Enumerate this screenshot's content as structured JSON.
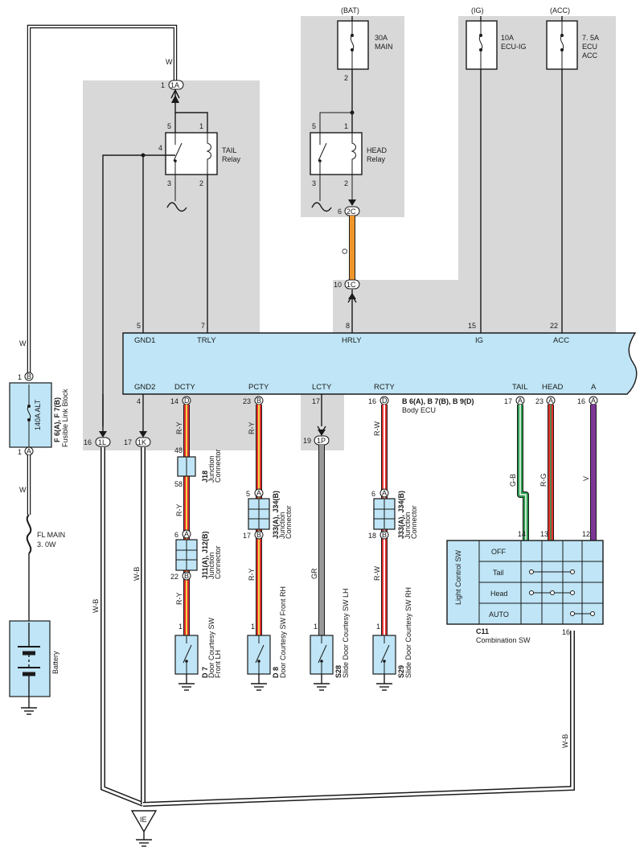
{
  "sources": {
    "bat": "(BAT)",
    "ig": "(IG)",
    "acc": "(ACC)"
  },
  "fuses": {
    "main": {
      "amps": "30A",
      "name": "MAIN"
    },
    "ecu_ig": {
      "amps": "10A",
      "name": "ECU-IG"
    },
    "ecu_acc": {
      "amps": "7. 5A",
      "name1": "ECU",
      "name2": "ACC"
    },
    "fl_main": {
      "name": "FL MAIN",
      "value": "3. 0W"
    }
  },
  "relays": {
    "tail": {
      "name1": "TAIL",
      "name2": "Relay",
      "pins": [
        "5",
        "1",
        "4",
        "3",
        "2"
      ]
    },
    "head": {
      "name1": "HEAD",
      "name2": "Relay",
      "pins": [
        "5",
        "1",
        "3",
        "2"
      ]
    }
  },
  "connectors": {
    "c1a": {
      "pin": "1",
      "id": "1A"
    },
    "c2c": {
      "pin": "6",
      "id": "2C"
    },
    "c1c": {
      "pin": "10",
      "id": "1C"
    },
    "c1l": {
      "pin": "16",
      "id": "1L"
    },
    "c1k": {
      "pin": "17",
      "id": "1K"
    },
    "c1p": {
      "pin": "19",
      "id": "1P"
    }
  },
  "body_ecu": {
    "top_pins": [
      {
        "num": "5",
        "name": "GND1"
      },
      {
        "num": "7",
        "name": "TRLY"
      },
      {
        "num": "8",
        "name": "HRLY"
      },
      {
        "num": "15",
        "name": "IG"
      },
      {
        "num": "22",
        "name": "ACC"
      }
    ],
    "bottom_pins": [
      {
        "num": "4",
        "name": "GND2",
        "conn": ""
      },
      {
        "num": "14",
        "name": "DCTY",
        "conn": "D"
      },
      {
        "num": "23",
        "name": "PCTY",
        "conn": "B"
      },
      {
        "num": "17",
        "name": "LCTY",
        "conn": ""
      },
      {
        "num": "16",
        "name": "RCTY",
        "conn": "D"
      },
      {
        "num": "17",
        "name": "TAIL",
        "conn": "A"
      },
      {
        "num": "23",
        "name": "HEAD",
        "conn": "A"
      },
      {
        "num": "16",
        "name": "A",
        "conn": "A"
      }
    ],
    "code": "B 6(A), B 7(B), B 9(D)",
    "name": "Body ECU"
  },
  "fusible_link": {
    "top_pin": "1",
    "top_conn": "B",
    "bot_pin": "1",
    "bot_conn": "A",
    "rating": "140A ALT",
    "code": "F 6(A), F 7(B)",
    "name": "Fusible Link Block"
  },
  "battery": {
    "name": "Battery"
  },
  "wires": {
    "w": "W",
    "o": "O",
    "ry": "R-Y",
    "rw": "R-W",
    "gr": "GR",
    "gb": "G-B",
    "rg": "R-G",
    "v": "V",
    "wb": "W-B"
  },
  "wire_colors": {
    "orange": "#f0962a",
    "red": "#e53030",
    "yellow": "#f2d64b",
    "gray": "#9a9a9a",
    "green": "#2e9a4e",
    "purple": "#7d3596",
    "ecu_fill": "#bfe5f6",
    "zone": "#d8d8d8"
  },
  "junctions": {
    "j18": {
      "pin_top": "48",
      "pin_bot": "58",
      "code": "J18",
      "name1": "Junction",
      "name2": "Connector"
    },
    "j11": {
      "pin_top": "6",
      "conn_top": "A",
      "pin_bot": "22",
      "conn_bot": "B",
      "code": "J11(A), J12(B)",
      "name1": "Junction",
      "name2": "Connector"
    },
    "j33_p": {
      "pin_top": "5",
      "conn_top": "A",
      "pin_bot": "17",
      "conn_bot": "B",
      "code": "J33(A), J34(B)",
      "name1": "Junction",
      "name2": "Connector"
    },
    "j33_r": {
      "pin_top": "6",
      "conn_top": "A",
      "pin_bot": "18",
      "conn_bot": "B",
      "code": "J33(A), J34(B)",
      "name1": "Junction",
      "name2": "Connector"
    }
  },
  "switches": [
    {
      "pin": "1",
      "code": "D 7",
      "name1": "Door Courtesy SW",
      "name2": "Front LH"
    },
    {
      "pin": "1",
      "code": "D 8",
      "name1": "Door Courtesy SW Front RH",
      "name2": ""
    },
    {
      "pin": "1",
      "code": "S28",
      "name1": "Slide Door Courtesy SW LH",
      "name2": ""
    },
    {
      "pin": "1",
      "code": "S29",
      "name1": "Slide Door Courtesy SW RH",
      "name2": ""
    }
  ],
  "combination_sw": {
    "vertical_label": "Light Control SW",
    "rows": [
      "OFF",
      "Tail",
      "Head",
      "AUTO"
    ],
    "pins": [
      "14",
      "13",
      "12"
    ],
    "pin_bottom": "16",
    "code": "C11",
    "name": "Combination SW"
  },
  "ground": {
    "id": "IE"
  }
}
